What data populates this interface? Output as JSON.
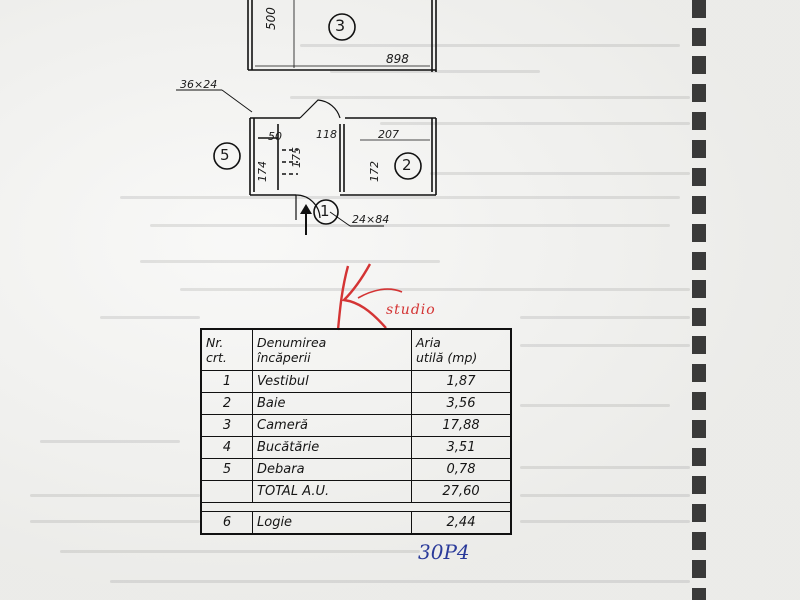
{
  "plan": {
    "room_labels": [
      "1",
      "2",
      "3",
      "5"
    ],
    "dim_top_vertical": "500",
    "dim_width": "898",
    "dim_window": "36×24",
    "dim_50": "50",
    "dim_118": "118",
    "dim_207": "207",
    "dim_174": "174",
    "dim_175": "175",
    "dim_172": "172",
    "dim_door": "24×84"
  },
  "logo": {
    "script": "K",
    "text": "studio",
    "color": "#d43434"
  },
  "table": {
    "headers": {
      "nr": [
        "Nr.",
        "crt."
      ],
      "name": [
        "Denumirea",
        "încăperii"
      ],
      "area": [
        "Aria",
        "utilă (mp)"
      ]
    },
    "rows": [
      {
        "nr": "1",
        "name": "Vestibul",
        "area": "1,87"
      },
      {
        "nr": "2",
        "name": "Baie",
        "area": "3,56"
      },
      {
        "nr": "3",
        "name": "Cameră",
        "area": "17,88"
      },
      {
        "nr": "4",
        "name": "Bucătărie",
        "area": "3,51"
      },
      {
        "nr": "5",
        "name": "Debara",
        "area": "0,78"
      }
    ],
    "total": {
      "name": "TOTAL A.U.",
      "area": "27,60"
    },
    "extra": {
      "nr": "6",
      "name": "Logie",
      "area": "2,44"
    }
  },
  "stamp": {
    "text": "30P4",
    "color": "#2a3a9a"
  }
}
